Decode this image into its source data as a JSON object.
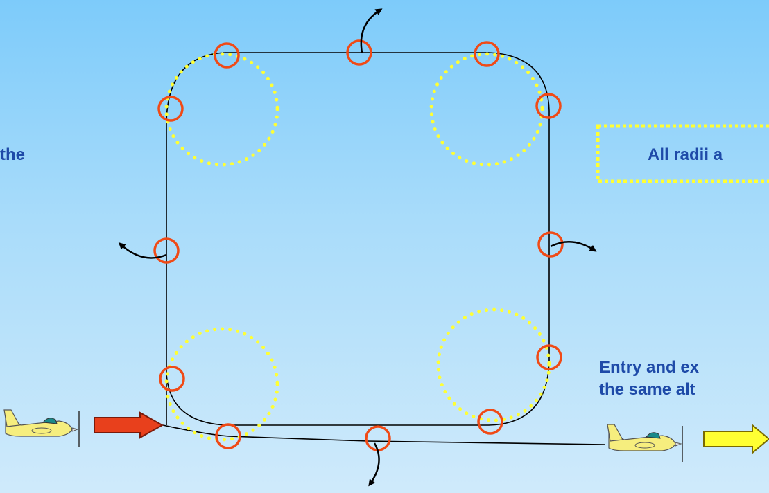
{
  "labels": {
    "left_text": "the",
    "radii_text": "All radii a",
    "entry_line1": "Entry and ex",
    "entry_line2": "the same alt"
  },
  "colors": {
    "path_line": "#000000",
    "check_circle": "#f04a16",
    "radius_dots": "#ffff33",
    "entry_arrow": "#e8401c",
    "exit_arrow": "#ffff33",
    "label_text": "#1e4aa8"
  },
  "icons": {
    "aircraft_entry": "aircraft-icon",
    "aircraft_exit": "aircraft-icon"
  }
}
